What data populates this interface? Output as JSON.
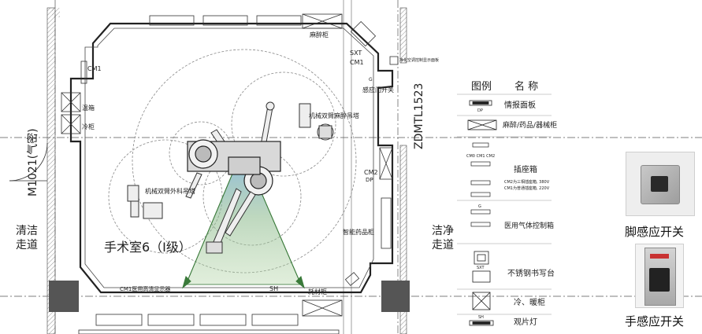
{
  "plan": {
    "room_title": "手术室6（Ⅰ级）",
    "corridor_left": [
      "清洁",
      "走道"
    ],
    "corridor_right": [
      "洁净",
      "走道"
    ],
    "door_left": "M1021(气密)",
    "door_right": "ZDMTL1523",
    "labels": {
      "anesthesia_cabinet": "麻醉柜",
      "sxt": "SXT",
      "cm1_top": "CM1",
      "gas_panel": "净化空调控制显示面板",
      "g_mark": "G",
      "door_switch": "感应门开关",
      "cm1_left": "CM1",
      "warm_cabinet": "温箱",
      "cold_cabinet": "冷柜",
      "anes_pendant": "机械双臂麻醉吊塔",
      "surg_pendant": "机械双臂外科吊塔",
      "cm2": "CM2",
      "dp": "DP",
      "drug_cabinet": "智能药品柜",
      "display": "CM1医用高清显示器",
      "sh": "SH",
      "consumables": "耗材柜"
    }
  },
  "legend": {
    "header_legend": "图例",
    "header_name": "名 称",
    "rows": [
      {
        "symbol": "info-panel",
        "code": "DP",
        "name": "情报面板"
      },
      {
        "symbol": "cabinet",
        "code": "",
        "name": "麻醉/药品/器械柜"
      },
      {
        "symbol": "socket",
        "code": "CM0  CM1  CM2",
        "name": "插座箱",
        "note1": "CM2为三相插座箱, 380V",
        "note2": "CM1为普通插座箱, 220V"
      },
      {
        "symbol": "gas",
        "code": "G",
        "name": "医用气体控制箱"
      },
      {
        "symbol": "desk",
        "code": "SXT",
        "name": "不锈钢书写台"
      },
      {
        "symbol": "warm-cold",
        "code": "",
        "name": "冷、暖柜"
      },
      {
        "symbol": "film-viewer",
        "code": "SH",
        "name": "观片灯"
      }
    ]
  },
  "photos": {
    "foot_switch_caption": "脚感应开关",
    "hand_switch_caption": "手感应开关"
  }
}
